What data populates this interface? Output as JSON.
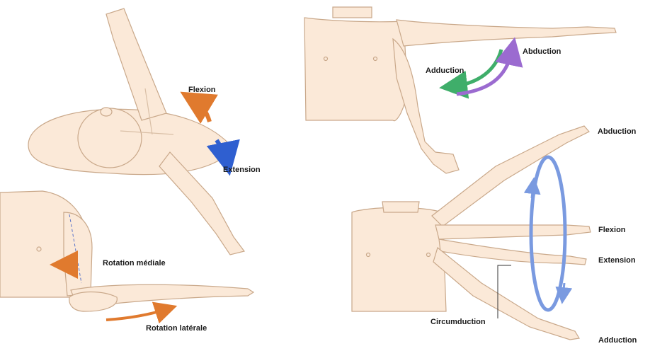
{
  "panels": {
    "flexion_extension": {
      "flexion": "Flexion",
      "extension": "Extension"
    },
    "abduction_adduction": {
      "abduction": "Abduction",
      "adduction": "Adduction"
    },
    "rotation": {
      "medial": "Rotation médiale",
      "lateral": "Rotation latérale"
    },
    "circumduction": {
      "abduction": "Abduction",
      "flexion": "Flexion",
      "extension": "Extension",
      "adduction": "Adduction",
      "circumduction": "Circumduction"
    }
  },
  "colors": {
    "skin": "#fbe9d8",
    "outline": "#c9a88a",
    "flexion_arrow": "#e07a2e",
    "extension_arrow": "#2f5fd0",
    "adduction_arrow": "#3fae6a",
    "abduction_arrow": "#9b6bd0",
    "circle": "#7a9ae0"
  }
}
